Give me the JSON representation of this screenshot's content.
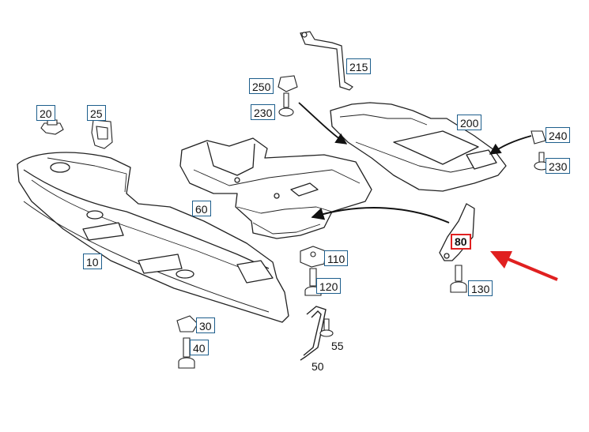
{
  "diagram": {
    "callouts": {
      "c10": "10",
      "c20": "20",
      "c25": "25",
      "c30": "30",
      "c40": "40",
      "c50": "50",
      "c55": "55",
      "c60": "60",
      "c80": "80",
      "c110": "110",
      "c120": "120",
      "c130": "130",
      "c200": "200",
      "c215": "215",
      "c230a": "230",
      "c230b": "230",
      "c240": "240",
      "c250": "250"
    },
    "highlight_color": "#e02020",
    "label_border_color": "#1d5e8c",
    "line_color": "#222222"
  }
}
